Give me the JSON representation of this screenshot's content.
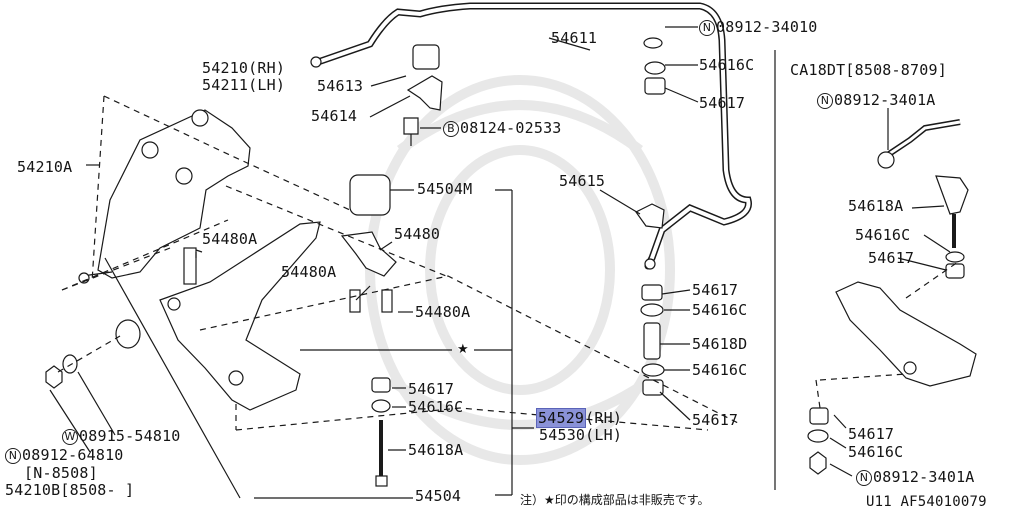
{
  "labels": {
    "p54611": "54611",
    "p54613": "54613",
    "p54614": "54614",
    "p54615": "54615",
    "p54210_rh": "54210(RH)",
    "p54211_lh": "54211(LH)",
    "p54210a": "54210A",
    "p54480a_1": "54480A",
    "p54480a_2": "54480A",
    "p54480a_3": "54480A",
    "p54480": "54480",
    "p54504m": "54504M",
    "p54504": "54504",
    "p08124_num": "08124-02533",
    "p08124_badge": "B",
    "p08912_34010_num": "08912-34010",
    "p08912_34010_badge": "N",
    "p54616c_top": "54616C",
    "p54617_top": "54617",
    "p54617_mid": "54617",
    "p54616c_mid1": "54616C",
    "p54618d": "54618D",
    "p54616c_mid2": "54616C",
    "p54617_low": "54617",
    "p54617_center": "54617",
    "p54616c_center": "54616C",
    "p54618a_center": "54618A",
    "p54529_num": "54529",
    "p54529_side": "(RH)",
    "p54530": "54530(LH)",
    "p08915_num": "08915-54810",
    "p08915_badge": "W",
    "p08912_64810_num": "08912-64810",
    "p08912_64810_badge": "N",
    "p_n8508": "[N-8508]",
    "p54210b": "54210B[8508-     ]",
    "inset_title": "CA18DT[8508-8709]",
    "inset_08912_3401a_top_num": "08912-3401A",
    "inset_08912_3401a_top_badge": "N",
    "inset_54618a": "54618A",
    "inset_54616c_top": "54616C",
    "inset_54617_top": "54617",
    "inset_54617_bot": "54617",
    "inset_54616c_bot": "54616C",
    "inset_08912_3401a_bot_num": "08912-3401A",
    "inset_08912_3401a_bot_badge": "N",
    "footnote": "注）★印の構成部品は非販売です。",
    "star_mark": "★",
    "diagram_code": "U11   AF54010079"
  },
  "colors": {
    "line": "#1a1a1a",
    "highlight": "#8a92d8",
    "watermark": "#e6e6e6"
  },
  "icons": [
    "n-circle-badge",
    "b-circle-badge",
    "w-circle-badge",
    "star-icon"
  ]
}
